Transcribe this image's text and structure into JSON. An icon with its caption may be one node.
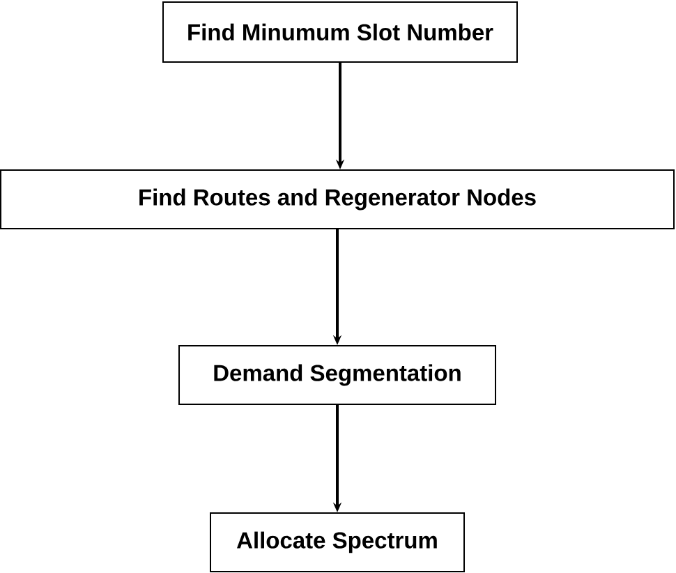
{
  "diagram": {
    "nodes": [
      {
        "text": [
          "Find Minumum Slot Number"
        ]
      },
      {
        "text": [
          "Find Routes and Regenerator Nodes"
        ]
      },
      {
        "text": [
          "Demand Segmentation"
        ]
      },
      {
        "text": [
          "Allocate Spectrum"
        ]
      }
    ],
    "edges": [
      {
        "from": 0,
        "to": 1,
        "arrow": "to"
      },
      {
        "from": 1,
        "to": 2,
        "arrow": "to"
      },
      {
        "from": 2,
        "to": 3,
        "arrow": "to"
      }
    ]
  }
}
